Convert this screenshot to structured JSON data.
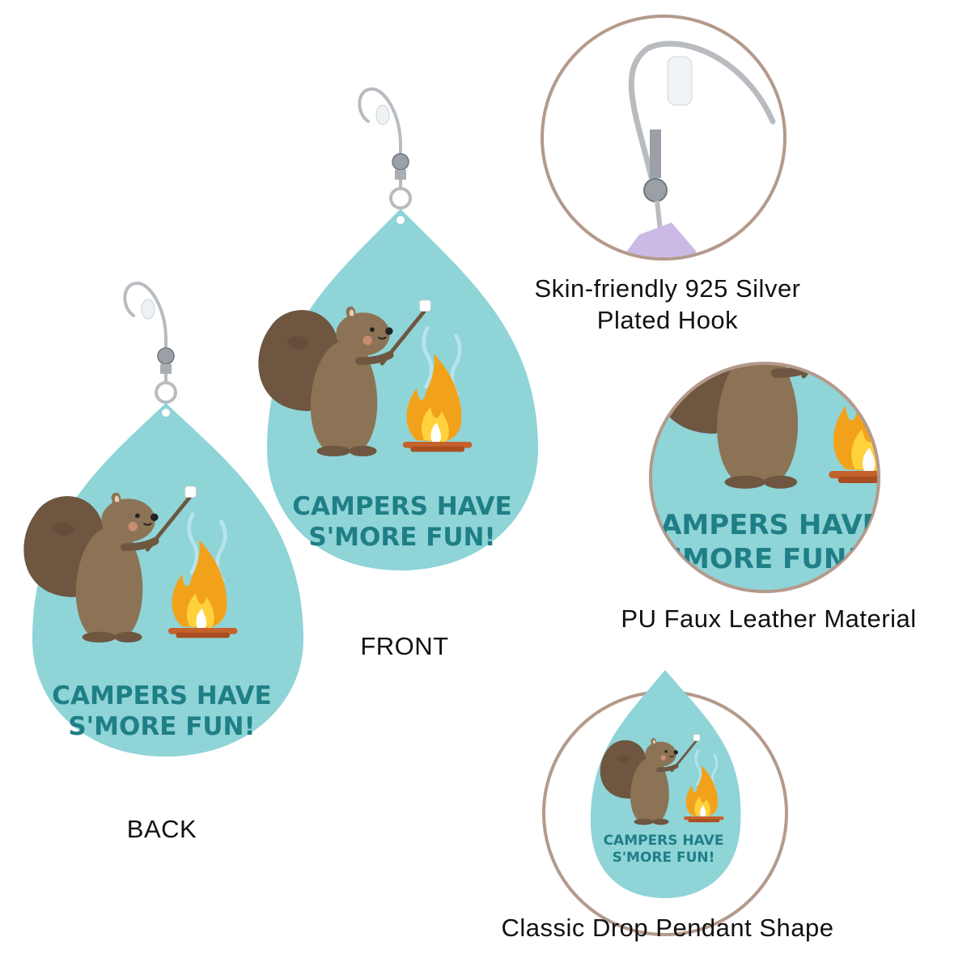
{
  "earrings": {
    "slogan_line1": "CAMPERS HAVE",
    "slogan_line2": "S'MORE FUN!"
  },
  "labels": {
    "back": "BACK",
    "front": "FRONT"
  },
  "features": {
    "hook_line1": "Skin-friendly 925 Silver",
    "hook_line2": "Plated Hook",
    "material": "PU Faux Leather Material",
    "shape": "Classic Drop Pendant Shape"
  },
  "colors": {
    "leather": "#8fd4d7",
    "text_teal": "#1f7f86",
    "squirrel": "#8c7355",
    "squirrel_dark": "#6e5640",
    "flame_orange": "#f2a21a",
    "flame_yellow": "#ffd23b",
    "circle_border": "#b49a8c",
    "silver": "#b8bcc0",
    "lilac": "#cbb9e6"
  }
}
